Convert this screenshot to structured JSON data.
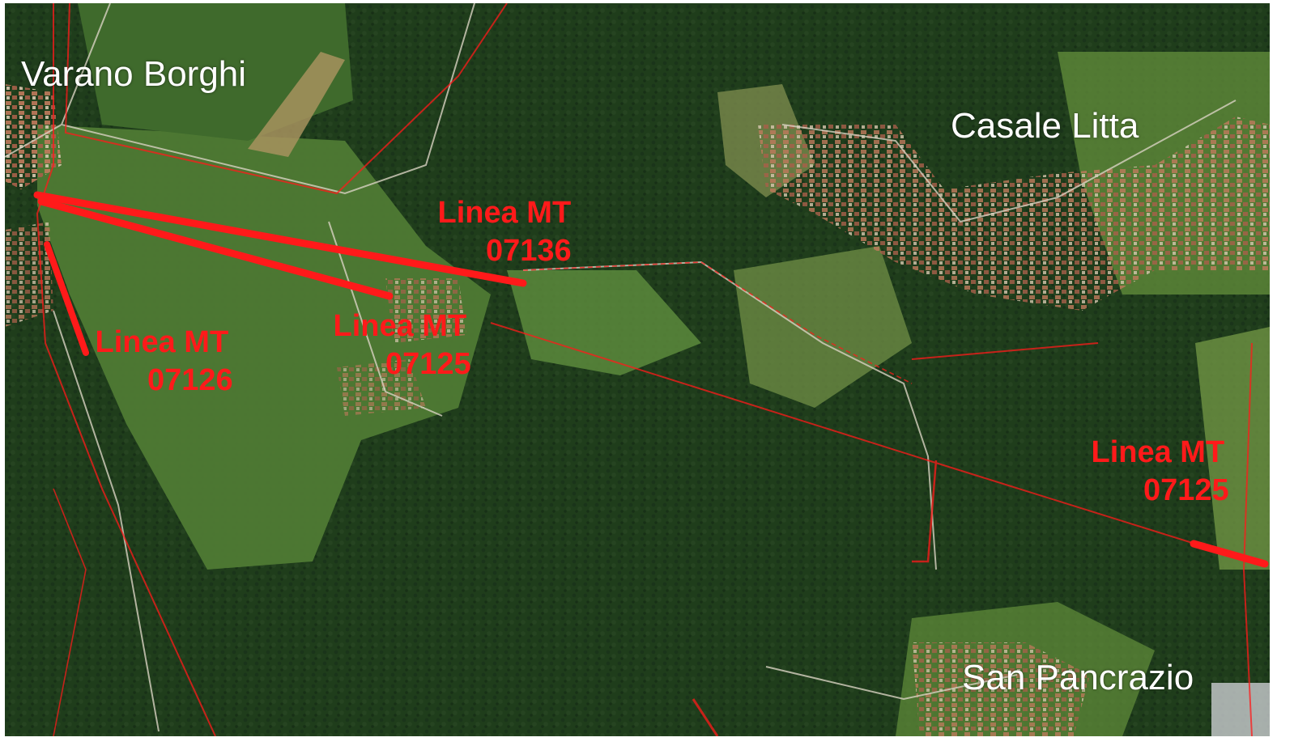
{
  "map": {
    "places": [
      {
        "id": "varano",
        "name": "Varano Borghi"
      },
      {
        "id": "casale",
        "name": "Casale Litta"
      },
      {
        "id": "sanpancrazio",
        "name": "San Pancrazio"
      }
    ],
    "power_lines": [
      {
        "id": "l1",
        "label": "Linea MT",
        "code": "07136"
      },
      {
        "id": "l2",
        "label": "Linea MT",
        "code": "07125"
      },
      {
        "id": "l3",
        "label": "Linea MT",
        "code": "07126"
      },
      {
        "id": "l4",
        "label": "Linea MT",
        "code": "07125"
      }
    ],
    "colors": {
      "line_red": "#ff1a1a",
      "forest": "#1f3d1b",
      "field": "#4f7a34",
      "town_roof": "#b07056",
      "place_label": "#ffffff"
    }
  }
}
